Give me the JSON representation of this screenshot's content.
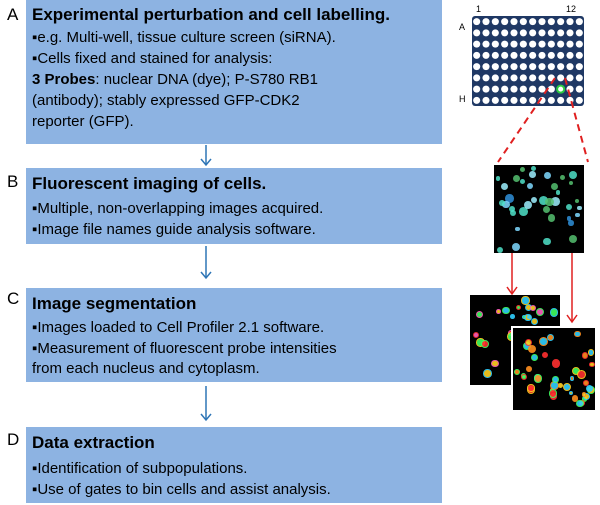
{
  "steps": [
    {
      "letter": "A",
      "title": "Experimental perturbation and cell labelling.",
      "lines": [
        "▪e.g. Multi-well, tissue culture screen (siRNA).",
        "▪Cells fixed and stained for analysis:"
      ],
      "probes_bold": "3 Probes",
      "probes_rest": ": nuclear DNA (dye); P-S780 RB1",
      "probes_lines": [
        "(antibody); stably expressed GFP-CDK2",
        "reporter (GFP)."
      ]
    },
    {
      "letter": "B",
      "title": "Fluorescent imaging of cells.",
      "lines": [
        "▪Multiple, non-overlapping images acquired.",
        "▪Image file names guide analysis software."
      ]
    },
    {
      "letter": "C",
      "title": "Image segmentation",
      "lines": [
        "▪Images loaded to Cell Profiler 2.1 software.",
        "▪Measurement of fluorescent probe intensities",
        "from each nucleus and cytoplasm."
      ]
    },
    {
      "letter": "D",
      "title": "Data extraction",
      "lines": [
        "▪Identification of subpopulations.",
        "▪Use of gates to bin cells and assist analysis."
      ]
    }
  ],
  "plate": {
    "col_start": "1",
    "col_end": "12",
    "row_start": "A",
    "row_end": "H",
    "rows": 8,
    "cols": 12,
    "highlight_row": 6,
    "highlight_col": 9,
    "fill_color": "#1f3864",
    "highlight_color": "#2ecc40"
  },
  "colors": {
    "box": "#8db3e2",
    "flow_arrow": "#2e75b6",
    "red_arrow": "#e02020"
  }
}
